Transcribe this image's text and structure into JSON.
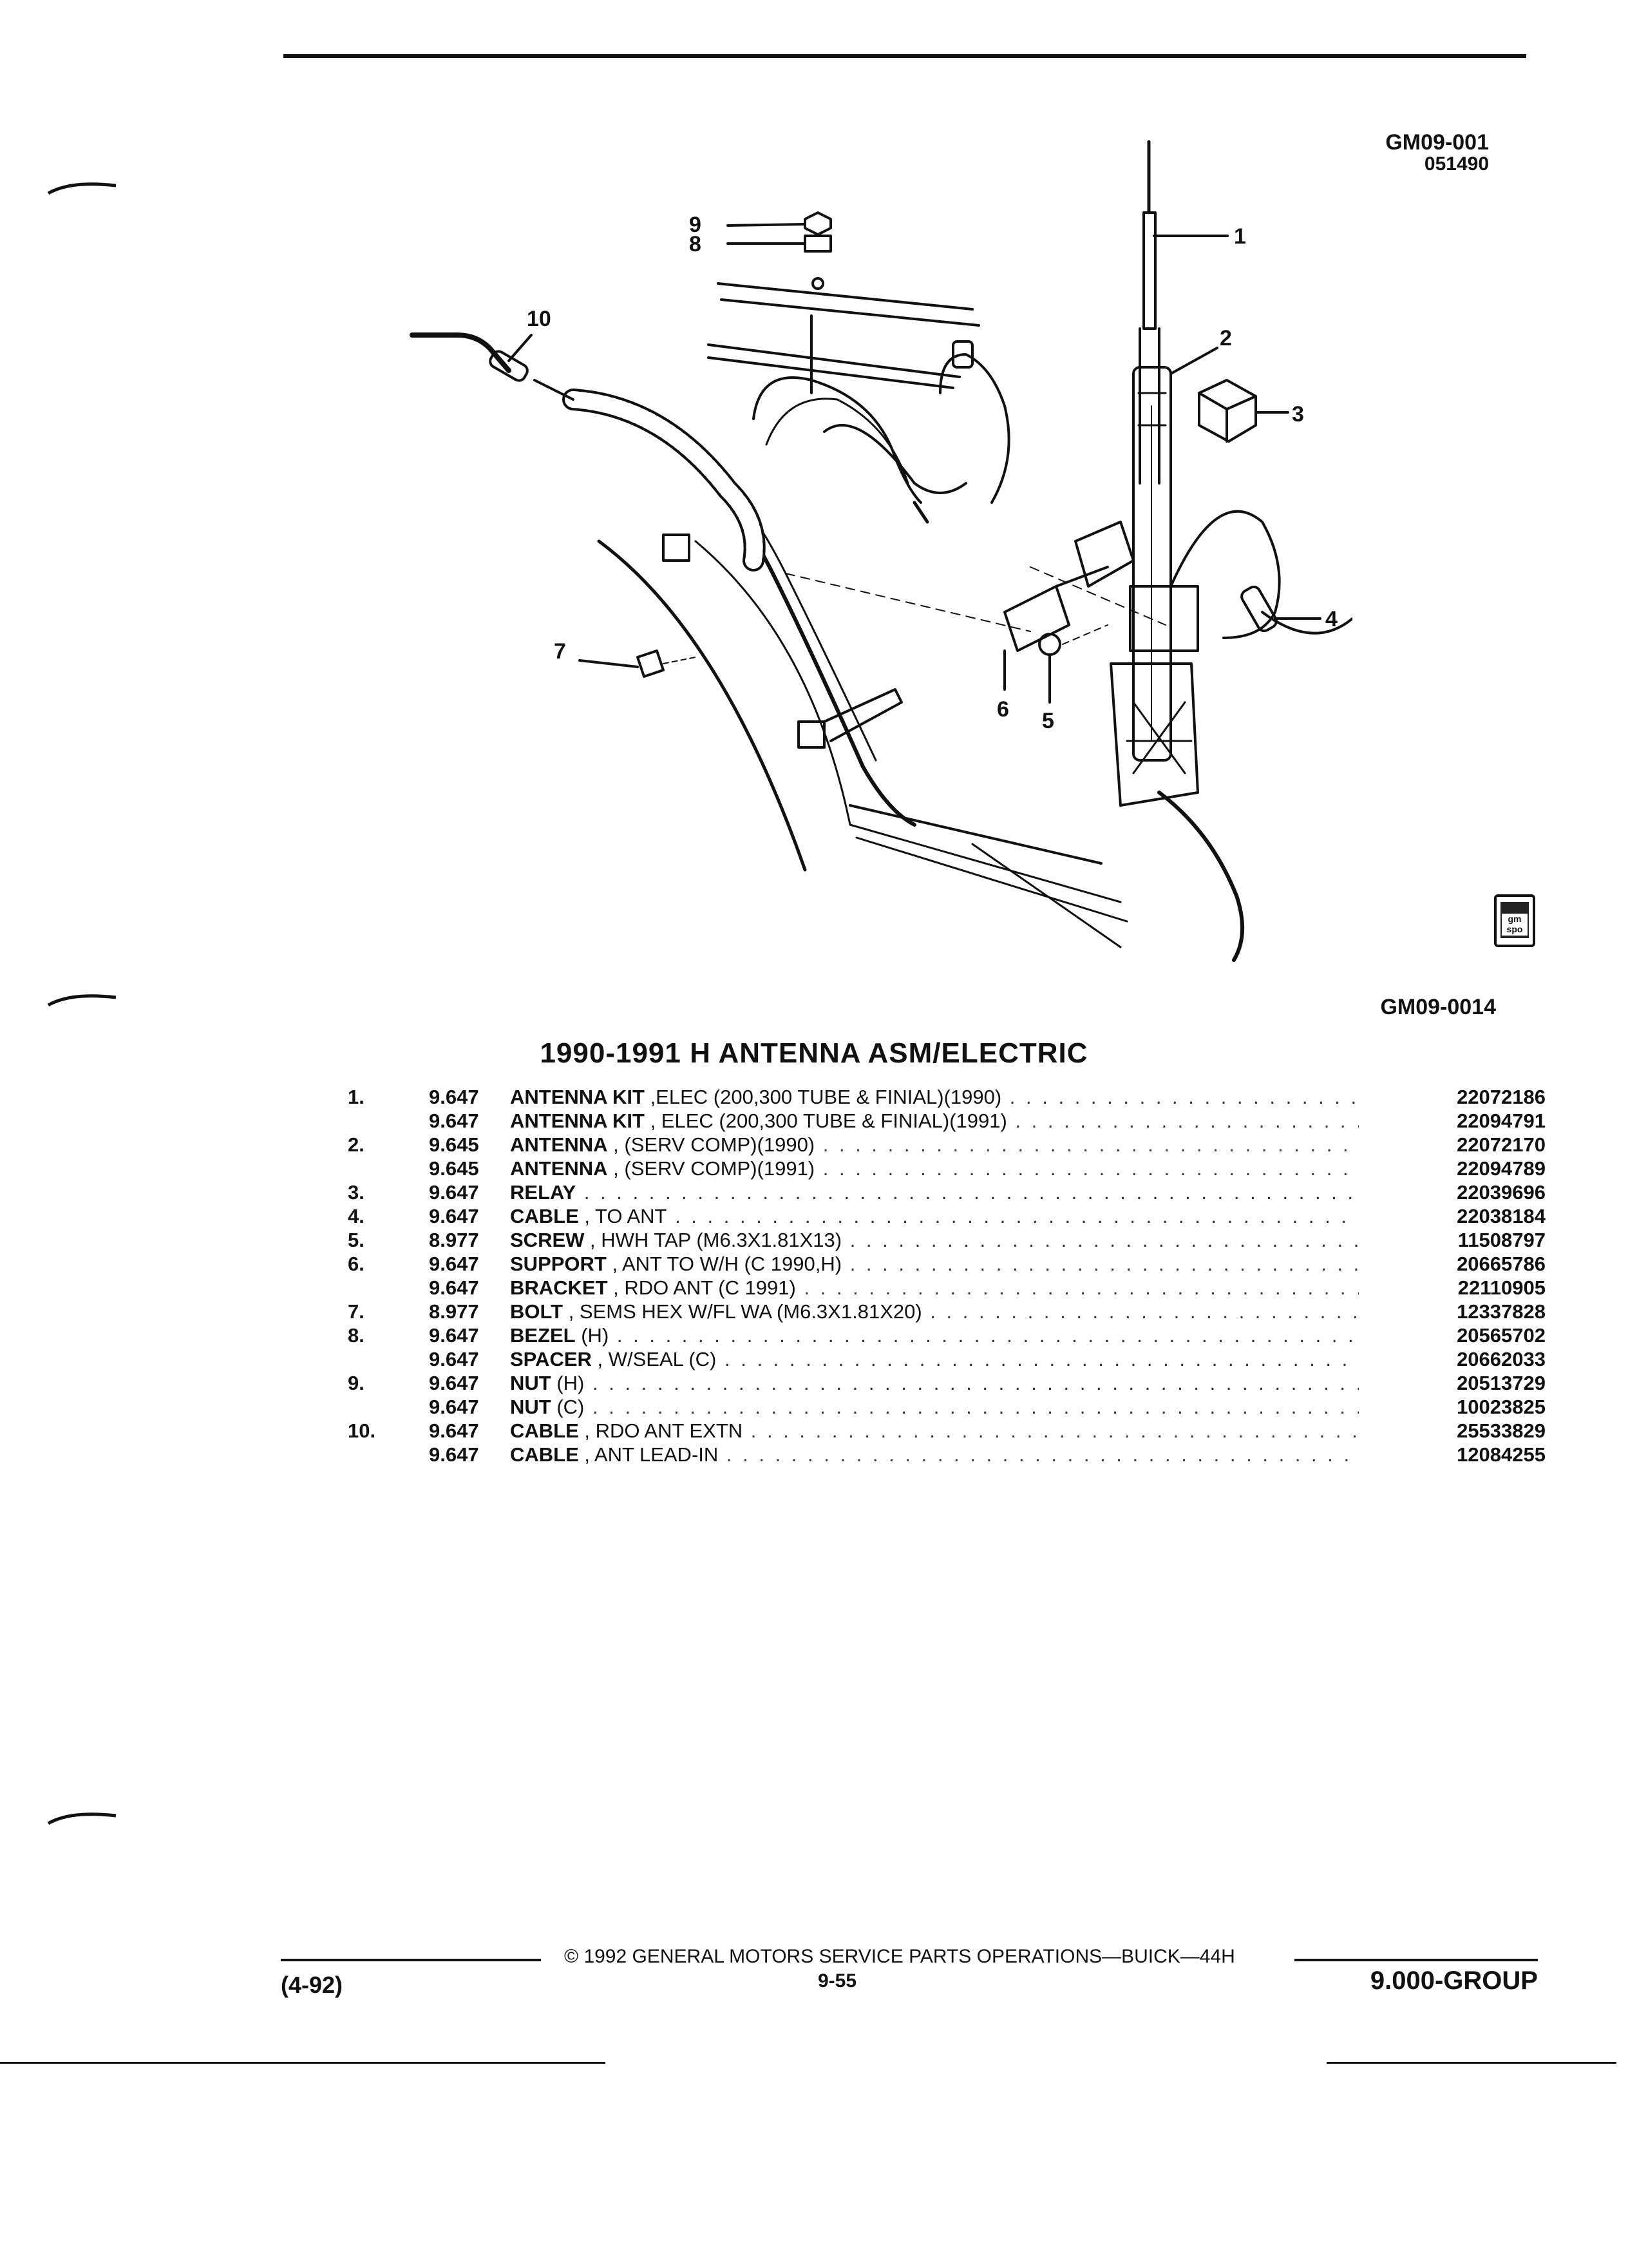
{
  "header": {
    "code_primary": "GM09-001",
    "code_secondary": "051490"
  },
  "illustration": {
    "callouts": [
      "1",
      "2",
      "3",
      "4",
      "5",
      "6",
      "7",
      "8",
      "9",
      "10"
    ],
    "bottom_code": "GM09-0014"
  },
  "badge": {
    "text": "gm\nspo"
  },
  "section_title": "1990-1991 H ANTENNA ASM/ELECTRIC",
  "parts": [
    {
      "num": "1.",
      "code": "9.647",
      "name": "ANTENNA KIT",
      "detail": " ,ELEC (200,300 TUBE & FINIAL)(1990)",
      "part_number": "22072186"
    },
    {
      "num": "",
      "code": "9.647",
      "name": "ANTENNA KIT",
      "detail": " , ELEC (200,300 TUBE & FINIAL)(1991)",
      "part_number": "22094791"
    },
    {
      "num": "2.",
      "code": "9.645",
      "name": "ANTENNA",
      "detail": " , (SERV COMP)(1990)",
      "part_number": "22072170"
    },
    {
      "num": "",
      "code": "9.645",
      "name": "ANTENNA",
      "detail": " , (SERV COMP)(1991)",
      "part_number": "22094789"
    },
    {
      "num": "3.",
      "code": "9.647",
      "name": "RELAY",
      "detail": "",
      "part_number": "22039696"
    },
    {
      "num": "4.",
      "code": "9.647",
      "name": "CABLE",
      "detail": " , TO ANT",
      "part_number": "22038184"
    },
    {
      "num": "5.",
      "code": "8.977",
      "name": "SCREW",
      "detail": " , HWH TAP (M6.3X1.81X13)",
      "part_number": "11508797"
    },
    {
      "num": "6.",
      "code": "9.647",
      "name": "SUPPORT",
      "detail": " , ANT TO W/H (C 1990,H)",
      "part_number": "20665786"
    },
    {
      "num": "",
      "code": "9.647",
      "name": "BRACKET",
      "detail": " , RDO ANT (C 1991)",
      "part_number": "22110905"
    },
    {
      "num": "7.",
      "code": "8.977",
      "name": "BOLT",
      "detail": " , SEMS HEX W/FL WA (M6.3X1.81X20)",
      "part_number": "12337828"
    },
    {
      "num": "8.",
      "code": "9.647",
      "name": "BEZEL",
      "detail": " (H)",
      "part_number": "20565702"
    },
    {
      "num": "",
      "code": "9.647",
      "name": "SPACER",
      "detail": " , W/SEAL (C)",
      "part_number": "20662033"
    },
    {
      "num": "9.",
      "code": "9.647",
      "name": "NUT",
      "detail": " (H)",
      "part_number": "20513729"
    },
    {
      "num": "",
      "code": "9.647",
      "name": "NUT",
      "detail": " (C)",
      "part_number": "10023825"
    },
    {
      "num": "10.",
      "code": "9.647",
      "name": "CABLE",
      "detail": " , RDO ANT EXTN",
      "part_number": "25533829"
    },
    {
      "num": "",
      "code": "9.647",
      "name": "CABLE",
      "detail": " , ANT LEAD-IN",
      "part_number": "12084255"
    }
  ],
  "footer": {
    "copyright": "© 1992 GENERAL MOTORS SERVICE PARTS OPERATIONS—BUICK—44H",
    "page_number": "9-55",
    "revision": "(4-92)",
    "group": "9.000-GROUP"
  }
}
